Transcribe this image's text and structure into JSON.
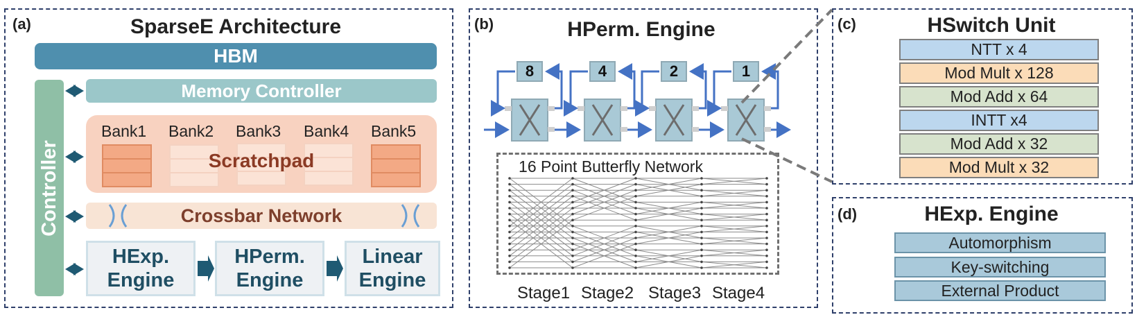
{
  "panel_a": {
    "tag": "(a)",
    "title": "SparseE Architecture",
    "hbm": "HBM",
    "controller": "Controller",
    "memory_controller": "Memory Controller",
    "banks": [
      "Bank1",
      "Bank2",
      "Bank3",
      "Bank4",
      "Bank5"
    ],
    "scratchpad": "Scratchpad",
    "crossbar": "Crossbar Network",
    "engines": [
      "HExp.\nEngine",
      "HPerm.\nEngine",
      "Linear\nEngine"
    ]
  },
  "panel_b": {
    "tag": "(b)",
    "title": "HPerm. Engine",
    "delays": [
      "8",
      "4",
      "2",
      "1"
    ],
    "butterfly_title": "16 Point Butterfly Network",
    "stages": [
      "Stage1",
      "Stage2",
      "Stage3",
      "Stage4"
    ]
  },
  "panel_c": {
    "tag": "(c)",
    "title": "HSwitch Unit",
    "rows": [
      {
        "label": "NTT x 4",
        "color": "#bcd7ee"
      },
      {
        "label": "Mod Mult x 128",
        "color": "#fbdcb8"
      },
      {
        "label": "Mod Add x 64",
        "color": "#d7e3cd"
      },
      {
        "label": "INTT x4",
        "color": "#bcd7ee"
      },
      {
        "label": "Mod Add x 32",
        "color": "#d7e3cd"
      },
      {
        "label": "Mod Mult x 32",
        "color": "#fbdcb8"
      }
    ]
  },
  "panel_d": {
    "tag": "(d)",
    "title": "HExp. Engine",
    "rows": [
      "Automorphism",
      "Key-switching",
      "External Product"
    ]
  },
  "colors": {
    "panel_border": "#2e3f6a",
    "hbm": "#4f8fae",
    "controller": "#8fbfa6",
    "memory_controller": "#9bc7c9",
    "scratchpad_bg": "#f8d2c0",
    "scratchpad_text": "#8b3a24",
    "crossbar_bg": "#f8e4d5",
    "crossbar_text": "#7d3f2c",
    "arrow": "#1f5a73",
    "blue_arrow": "#4472c4",
    "switch_fill": "#a9c9d6"
  }
}
